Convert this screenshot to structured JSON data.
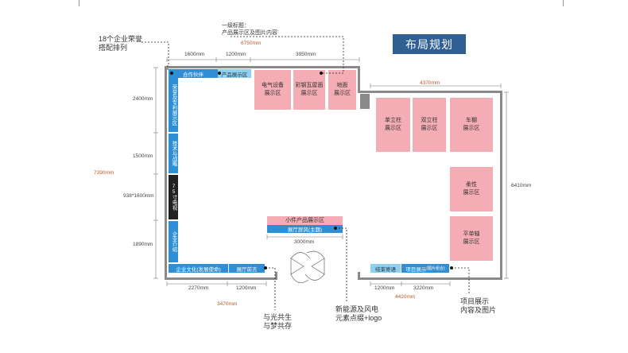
{
  "title": "布局规划",
  "notes": {
    "honor": [
      "18个企业荣誉",
      "搭配排列"
    ],
    "top_callout": [
      "一级标题：",
      "产品展示区及图片内容"
    ],
    "gongsheng": [
      "与光共生",
      "与梦共存"
    ],
    "newenergy": [
      "新能源及风电",
      "元素点缀+logo"
    ],
    "project": [
      "项目展示",
      "内容及图片"
    ]
  },
  "dimensions": {
    "top_total": "6750mm",
    "top_1600": "1600mm",
    "top_1200": "1200mm",
    "top_3950": "3950mm",
    "left_2400": "2400mm",
    "left_1500": "1500mm",
    "left_total": "7390mm",
    "left_938": "938*1600mm",
    "left_1890": "1890mm",
    "right_4370": "4370mm",
    "right_6410": "6410mm",
    "center_3000": "3000mm",
    "bottom_2270": "2270mm",
    "bottom_1200a": "1200mm",
    "bottom_total": "3470mm",
    "bottom_1200b": "1200mm",
    "bottom_3220": "3220mm",
    "bottom_4420": "4420mm"
  },
  "zones": {
    "hezuo": "合作伙伴",
    "chanpin": "产品展示区",
    "dianqi": [
      "电气设备",
      "展示区"
    ],
    "caigang": [
      "彩钢瓦屋面",
      "展示区"
    ],
    "dimian": [
      "地面",
      "展示区"
    ],
    "danli": [
      "单立柱",
      "展示区"
    ],
    "shuangli": [
      "双立柱",
      "展示区"
    ],
    "chepeng": [
      "车棚",
      "展示区"
    ],
    "rouxing": [
      "柔性",
      "展示区"
    ],
    "danzhou": [
      "平单轴",
      "展示区"
    ],
    "rongyu": "荣誉及专利展示区",
    "jishu": "技术与战略",
    "tv": "75寸电视",
    "qiye": "企业介绍",
    "wenhua": "企业文化(发展使命)",
    "qianyan": "展厅前言",
    "xiaojian": "小件产品展示区",
    "pingfeng": "展厅屏风(主题)",
    "jieshi": "结束寄语",
    "xiangmu": "项目展示",
    "xiangmu_small": "(图片组合)"
  }
}
